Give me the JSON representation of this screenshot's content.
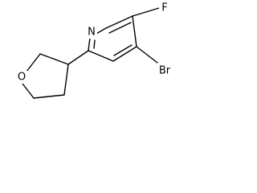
{
  "molecule": {
    "atoms": {
      "fluorine": "F",
      "bromine": "Br",
      "pyridine_nitrogen": "N",
      "ring_oxygen": "O"
    },
    "line_color": "#000000",
    "background_color": "#ffffff"
  }
}
